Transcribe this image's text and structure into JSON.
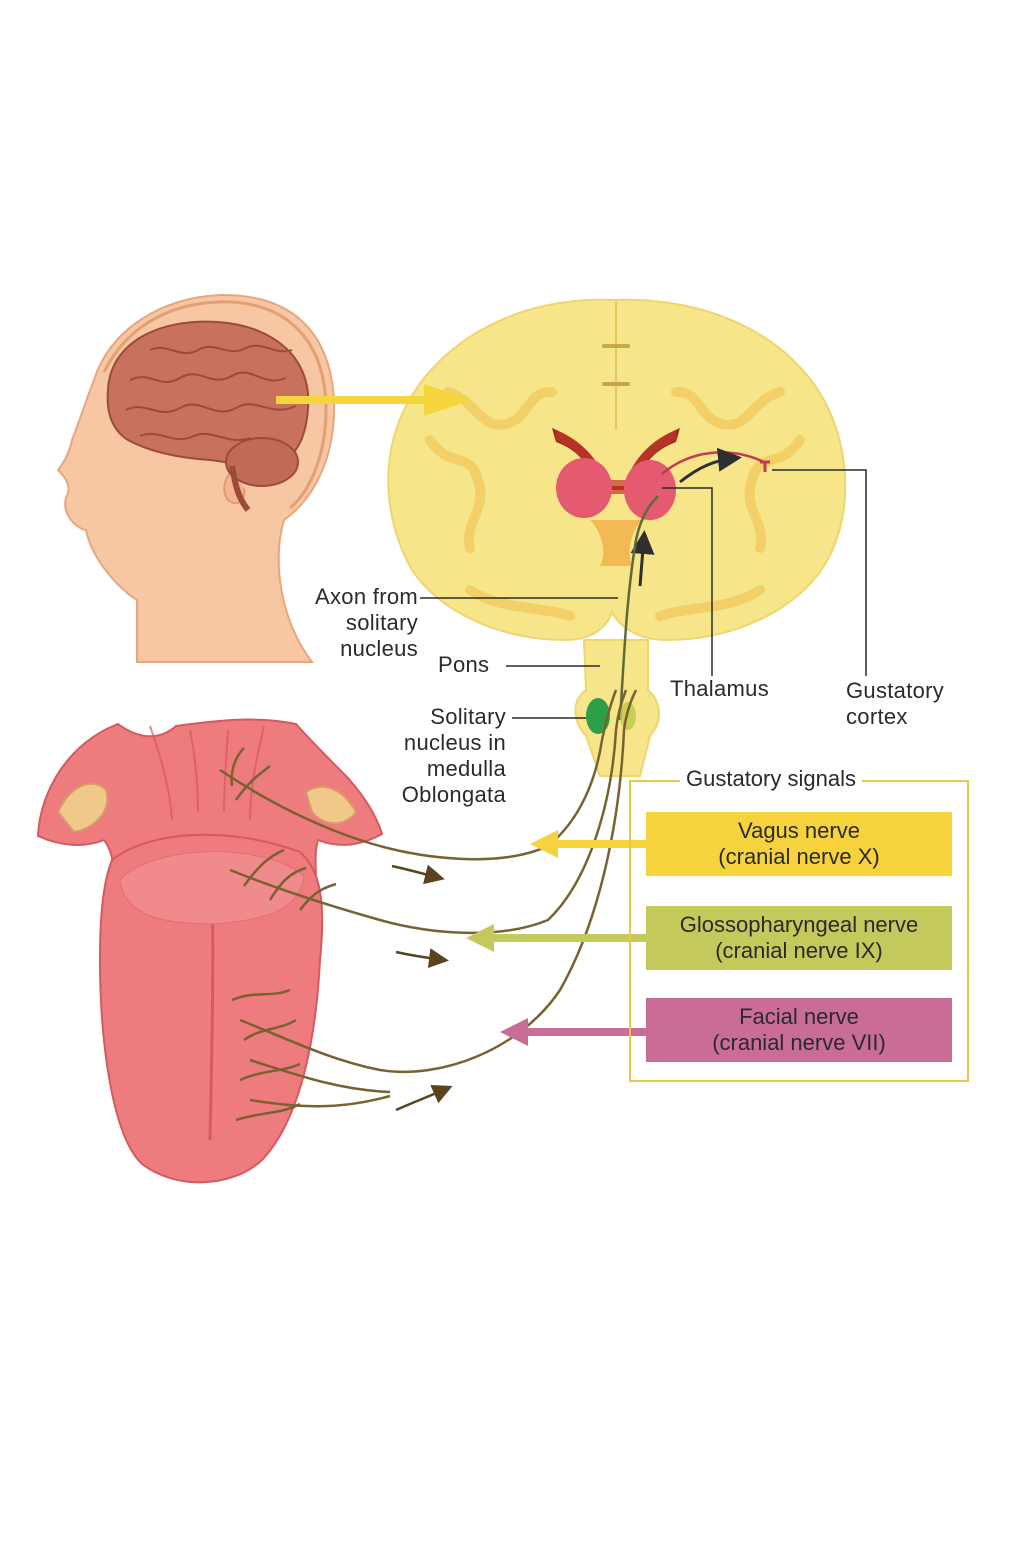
{
  "labels": {
    "axon": [
      "Axon from",
      "solitary",
      "nucleus"
    ],
    "pons": "Pons",
    "solitary": [
      "Solitary",
      "nucleus in",
      "medulla",
      "Oblongata"
    ],
    "thalamus": "Thalamus",
    "gustatory_cortex": [
      "Gustatory",
      "cortex"
    ]
  },
  "legend": {
    "title": "Gustatory signals",
    "nerves": [
      {
        "line1": "Vagus nerve",
        "line2": "(cranial nerve X)",
        "color": "#f6d23d"
      },
      {
        "line1": "Glossopharyngeal nerve",
        "line2": "(cranial nerve IX)",
        "color": "#c3c95a"
      },
      {
        "line1": "Facial nerve",
        "line2": "(cranial nerve VII)",
        "color": "#c96d97"
      }
    ]
  },
  "colors": {
    "brain_section": "#f7e58a",
    "skin": "#f7c6a3",
    "brain": "#c8715e",
    "tongue": "#ee7b7e",
    "nerve": "#7a6130",
    "frame": "#e8c84a"
  }
}
